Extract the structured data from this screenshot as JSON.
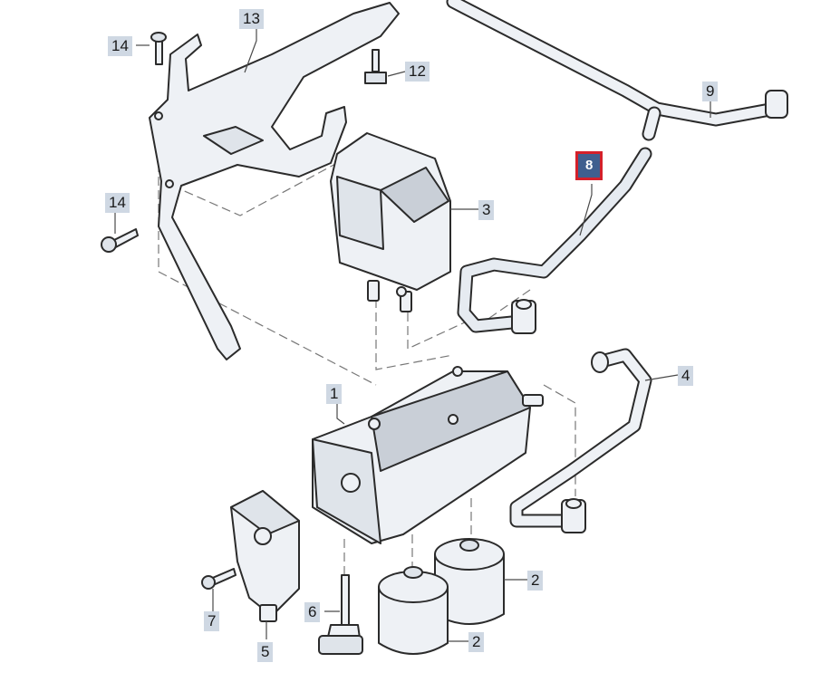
{
  "diagram": {
    "callouts": [
      {
        "id": "c1",
        "label": "1"
      },
      {
        "id": "c2a",
        "label": "2"
      },
      {
        "id": "c2b",
        "label": "2"
      },
      {
        "id": "c3",
        "label": "3"
      },
      {
        "id": "c4",
        "label": "4"
      },
      {
        "id": "c5",
        "label": "5"
      },
      {
        "id": "c6",
        "label": "6"
      },
      {
        "id": "c7",
        "label": "7"
      },
      {
        "id": "c8",
        "label": "8"
      },
      {
        "id": "c9",
        "label": "9"
      },
      {
        "id": "c12",
        "label": "12"
      },
      {
        "id": "c13",
        "label": "13"
      },
      {
        "id": "c14a",
        "label": "14"
      },
      {
        "id": "c14b",
        "label": "14"
      }
    ],
    "selected_callout": "8",
    "colors": {
      "callout_bg": "#cfd8e3",
      "selected_bg": "#3f5f8f",
      "selected_border": "#d4202a",
      "line": "#2b2b2b",
      "part_fill": "#eef1f5"
    }
  }
}
